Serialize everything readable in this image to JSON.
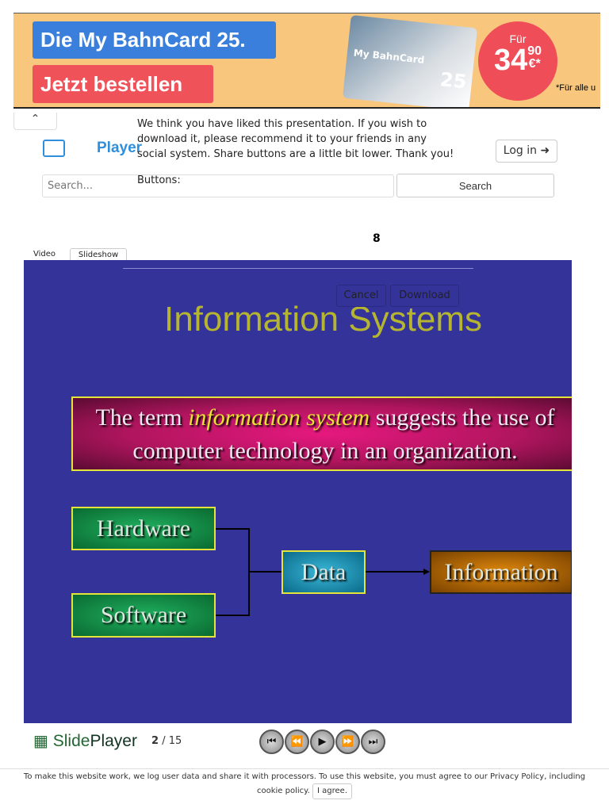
{
  "ad": {
    "headline": "Die My BahnCard 25.",
    "cta": "Jetzt bestellen",
    "card_label": "My BahnCard",
    "card_number": "25",
    "price_prefix": "Für",
    "price_main": "34",
    "price_cents": "90",
    "price_currency": "€*",
    "fineprint": "*Für alle u"
  },
  "header": {
    "logo_text": "Player",
    "message": "We think you have liked this presentation. If you wish to download it, please recommend it to your friends in any social system. Share buttons are a little bit lower. Thank you!",
    "buttons_label": "Buttons:",
    "login_label": "Log in",
    "search_placeholder": "Search...",
    "search_button": "Search",
    "collapse_icon": "chevron-up-icon"
  },
  "counter": "8",
  "tabs": [
    {
      "label": "Video"
    },
    {
      "label": "Slideshow"
    }
  ],
  "slide": {
    "title": "Information Systems",
    "def_pre": "The term ",
    "def_em": "information system",
    "def_post": " suggests the use of computer technology in an organization.",
    "hardware": "Hardware",
    "software": "Software",
    "data": "Data",
    "information": "Information",
    "colors": {
      "background": "#333399",
      "title": "#b5b531",
      "border": "#e4e43a"
    }
  },
  "overlay": {
    "cancel": "Cancel",
    "download": "Download"
  },
  "player": {
    "brand_a": "Slide",
    "brand_b": "Player",
    "current": "2",
    "total": "/ 15"
  },
  "cookie": {
    "text": "To make this website work, we log user data and share it with processors. To use this website, you must agree to our ",
    "link": "Privacy Policy",
    "text2": ", including cookie policy.",
    "agree": "I agree."
  }
}
